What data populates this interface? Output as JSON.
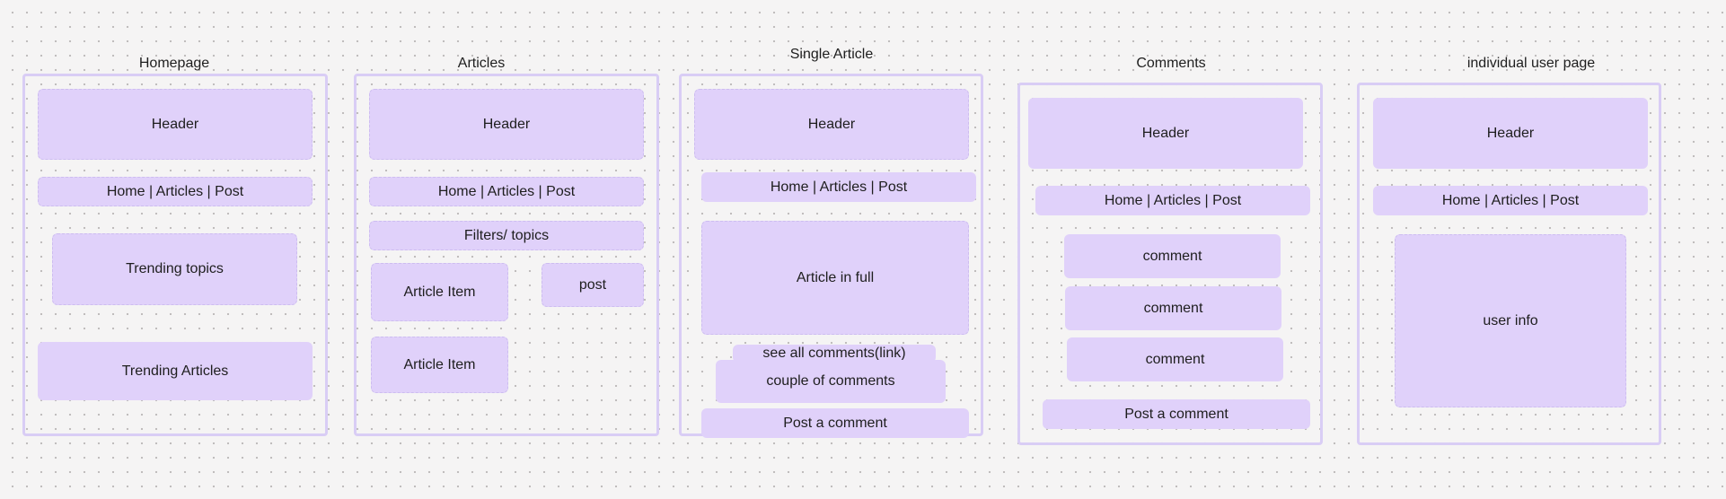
{
  "homepage": {
    "title": "Homepage",
    "header": "Header",
    "nav": "Home | Articles | Post",
    "trending_topics": "Trending topics",
    "trending_articles": "Trending Articles"
  },
  "articles": {
    "title": "Articles",
    "header": "Header",
    "nav": "Home | Articles | Post",
    "filters": "Filters/ topics",
    "article_item_1": "Article Item",
    "post": "post",
    "article_item_2": "Article Item"
  },
  "single_article": {
    "title": "Single Article",
    "header": "Header",
    "nav": "Home | Articles | Post",
    "article_full": "Article in full",
    "see_all_comments": "see all comments(link)",
    "couple_comments": "couple of comments",
    "post_comment": "Post a comment"
  },
  "comments": {
    "title": "Comments",
    "header": "Header",
    "nav": "Home | Articles | Post",
    "comment_1": "comment",
    "comment_2": "comment",
    "comment_3": "comment",
    "post_comment": "Post a comment"
  },
  "user_page": {
    "title": "individual user page",
    "header": "Header",
    "nav": "Home | Articles | Post",
    "user_info": "user info"
  },
  "colors": {
    "canvas": "#f5f4f4",
    "frame_border": "#d9cdf5",
    "block_fill": "#e0d1fa"
  }
}
